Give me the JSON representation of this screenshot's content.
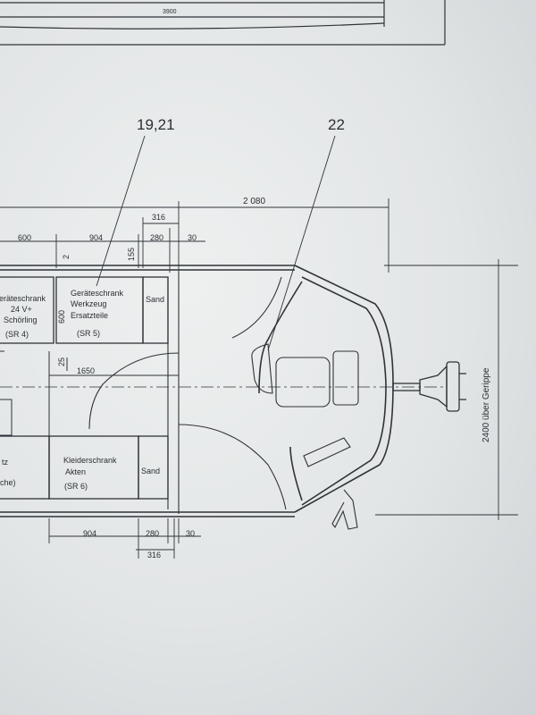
{
  "top_dimension": "3900",
  "callouts": {
    "left": "19,21",
    "right": "22"
  },
  "dimensions": {
    "overall_length": "2 080",
    "top_316": "316",
    "top_600": "600",
    "top_904": "904",
    "top_280": "280",
    "top_30": "30",
    "side_155": "155",
    "side_2": "2",
    "side_600": "600",
    "side_25": "25",
    "inner_1650": "1650",
    "bottom_904": "904",
    "bottom_280": "280",
    "bottom_30": "30",
    "bottom_316": "316",
    "height_note": "2400 über Gerippe"
  },
  "compartments": {
    "sr4": [
      "eräteschrank",
      "24 V+",
      "Schörling",
      "(SR 4)"
    ],
    "sr5": [
      "Geräteschrank",
      "Werkzeug",
      "Ersatzteile",
      "(SR 5)"
    ],
    "sand_top": "Sand",
    "sand_bottom": "Sand",
    "sr6": [
      "Kleiderschrank",
      "Akten",
      "(SR 6)"
    ],
    "seat_partial": [
      "tz",
      "che)"
    ]
  }
}
